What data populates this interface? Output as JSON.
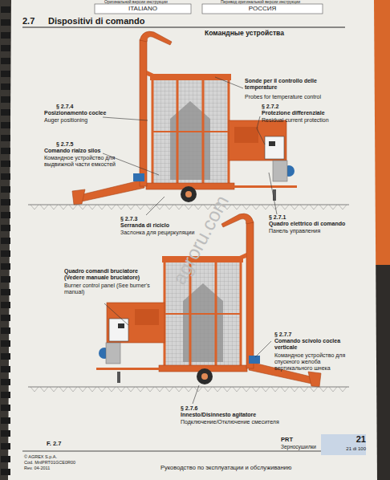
{
  "diagram": {
    "title": "Dispositivi di comando",
    "labels": [
      "Оригинальной версии инструкции",
      "Перевод оригинальной версии инструкции",
      "ITALIANO",
      "РОССИЯ",
      "2.7",
      "Командные устройства",
      "Sonde per il controllo delle temperature",
      "Probes for temperature control",
      "§ 2.7.2",
      "Protezione differenziale",
      "Residual current protection",
      "§ 2.7.4",
      "Posizionamento coclee",
      "Auger positioning",
      "§ 2.7.5",
      "Comando rialzo silos",
      "Командное устройство для выдвижной части емкостей",
      "§ 2.7.3",
      "Serranda di riciclo",
      "Заслонка для рециркуляции",
      "§ 2.7.1",
      "Quadro elettrico di comando",
      "Панель управления",
      "Quadro comandi bruciatore (Vedere manuale bruciatore)",
      "Burner control panel (See burner's manual)",
      "§ 2.7.7",
      "Comando scivolo coclea verticale",
      "Командное устройство для спускного желоба вертикального шнека",
      "§ 2.7.6",
      "Innesto/Disinnesto agitatore",
      "Подключение/Отключение смесителя",
      "F. 2.7",
      "PRT",
      "Зерносушилки",
      "21",
      "21 di 100",
      "© AGREX S.p.A.",
      "Cod. MnlPRT01GCE0R00",
      "Rev. 04-2011",
      "Руководство по эксплуатации и обслуживанию",
      "agroru.com"
    ]
  }
}
